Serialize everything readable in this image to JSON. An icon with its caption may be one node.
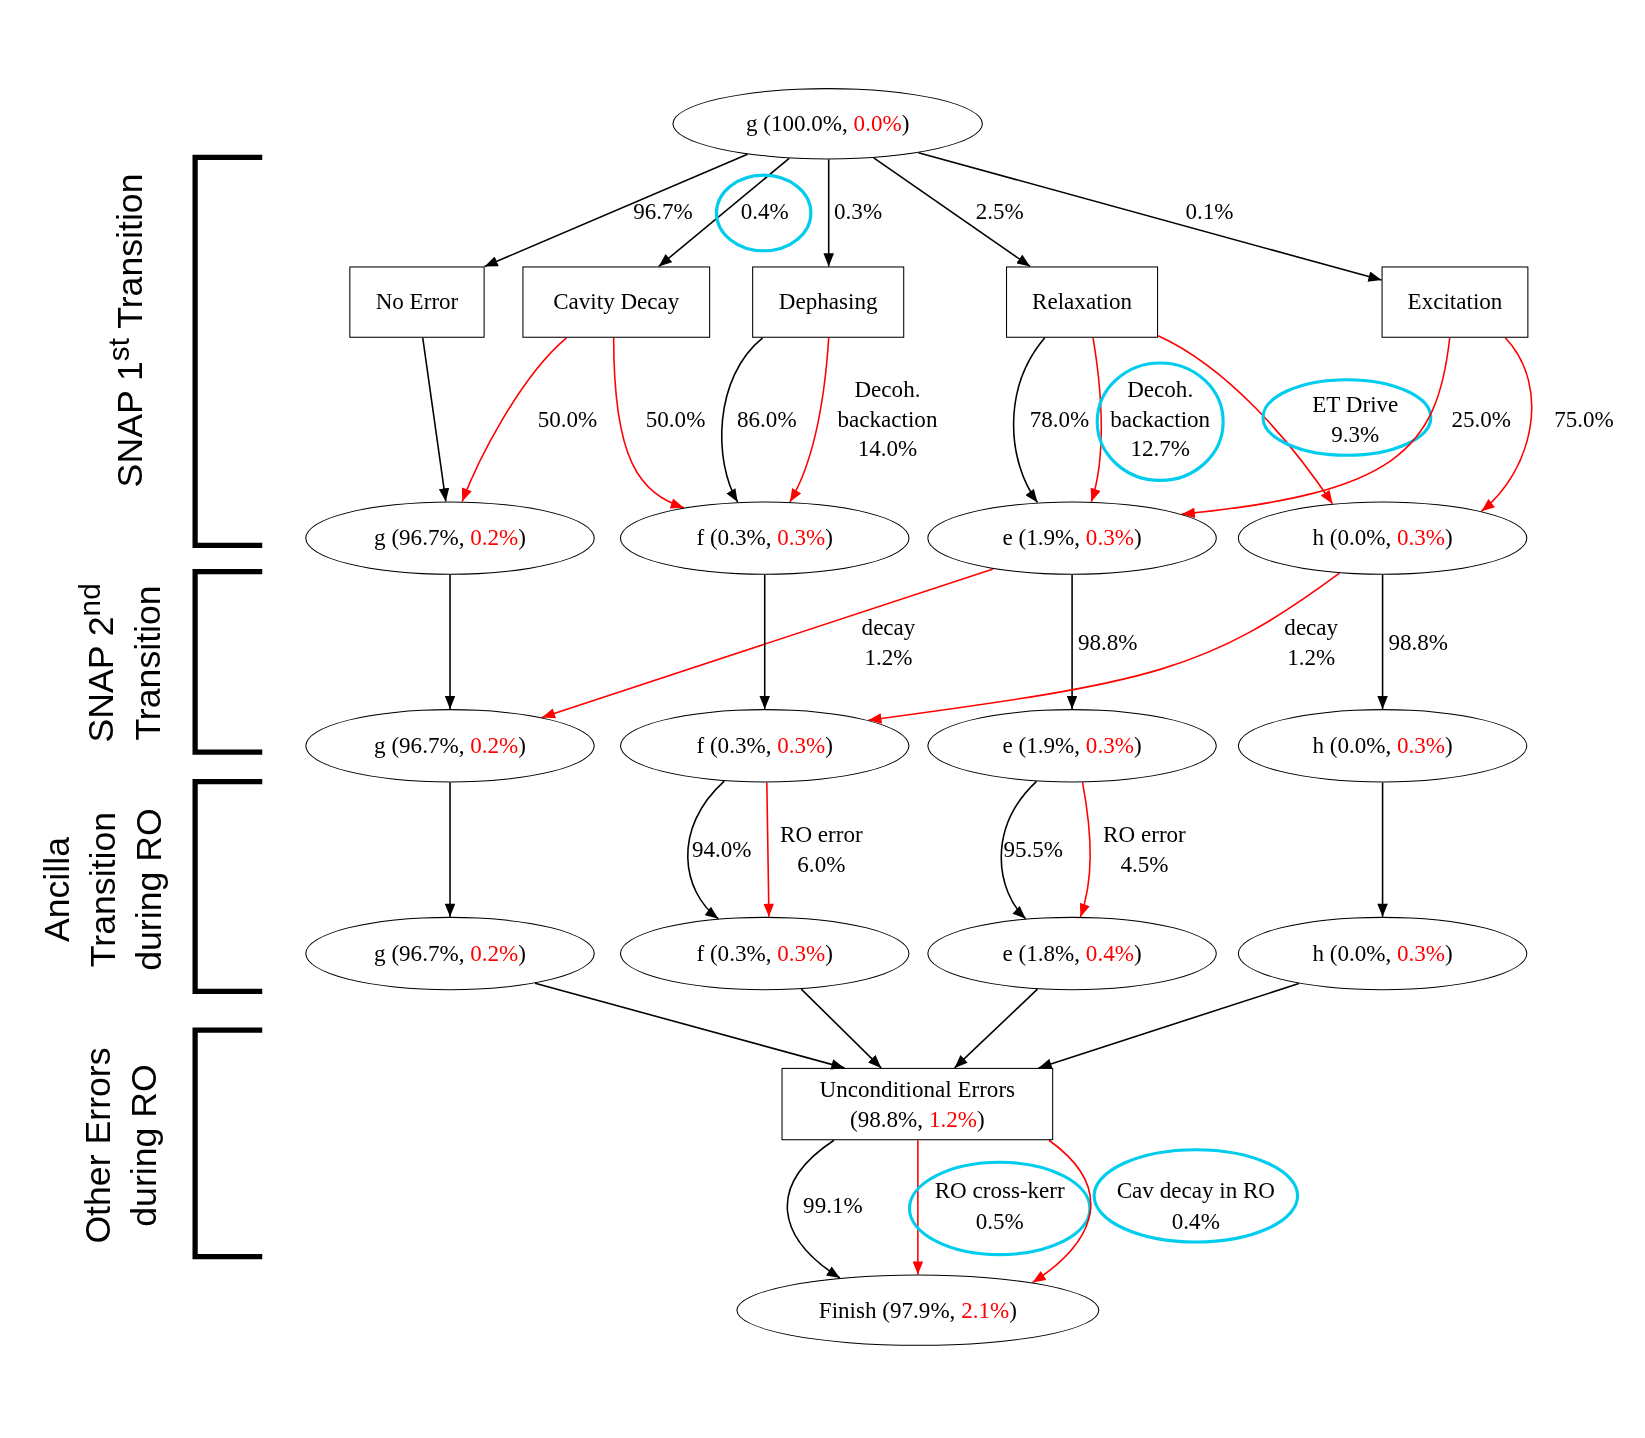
{
  "diagram": {
    "nodes": [
      {
        "text": [
          "g (100.0%, 0.0%)"
        ]
      },
      {
        "text": [
          "No Error"
        ]
      },
      {
        "text": [
          "Cavity Decay"
        ]
      },
      {
        "text": [
          "Dephasing"
        ]
      },
      {
        "text": [
          "Relaxation"
        ]
      },
      {
        "text": [
          "Excitation"
        ]
      },
      {
        "text": [
          "g (96.7%, 0.2%)"
        ]
      },
      {
        "text": [
          "f (0.3%, 0.3%)"
        ]
      },
      {
        "text": [
          "e (1.9%, 0.3%)"
        ]
      },
      {
        "text": [
          "h (0.0%, 0.3%)"
        ]
      },
      {
        "text": [
          "g (96.7%, 0.2%)"
        ]
      },
      {
        "text": [
          "f (0.3%, 0.3%)"
        ]
      },
      {
        "text": [
          "e (1.9%, 0.3%)"
        ]
      },
      {
        "text": [
          "h (0.0%, 0.3%)"
        ]
      },
      {
        "text": [
          "g (96.7%, 0.2%)"
        ]
      },
      {
        "text": [
          "f (0.3%, 0.3%)"
        ]
      },
      {
        "text": [
          "e (1.8%, 0.4%)"
        ]
      },
      {
        "text": [
          "h (0.0%, 0.3%)"
        ]
      },
      {
        "text": [
          "Unconditional Errors (98.8%, 1.2%)"
        ]
      },
      {
        "text": [
          "Finish (97.9%, 2.1%)"
        ]
      }
    ],
    "edges": [
      {
        "from": 0,
        "to": 1,
        "arrow": "to",
        "label": "96.7%"
      },
      {
        "from": 0,
        "to": 2,
        "arrow": "to",
        "label": "0.4%"
      },
      {
        "from": 0,
        "to": 3,
        "arrow": "to",
        "label": "0.3%"
      },
      {
        "from": 0,
        "to": 4,
        "arrow": "to",
        "label": "2.5%"
      },
      {
        "from": 0,
        "to": 5,
        "arrow": "to",
        "label": "0.1%"
      },
      {
        "from": 1,
        "to": 6,
        "arrow": "to"
      },
      {
        "from": 2,
        "to": 6,
        "arrow": "to",
        "label": "50.0%",
        "color": "#ff0000"
      },
      {
        "from": 2,
        "to": 7,
        "arrow": "to",
        "label": "50.0%",
        "color": "#ff0000"
      },
      {
        "from": 3,
        "to": 7,
        "arrow": "to",
        "label": "86.0%"
      },
      {
        "from": 3,
        "to": 7,
        "arrow": "to",
        "label": "Decoh. backaction 14.0%",
        "color": "#ff0000"
      },
      {
        "from": 4,
        "to": 8,
        "arrow": "to",
        "label": "78.0%"
      },
      {
        "from": 4,
        "to": 8,
        "arrow": "to",
        "label": "Decoh. backaction 12.7%",
        "color": "#ff0000"
      },
      {
        "from": 4,
        "to": 9,
        "arrow": "to",
        "label": "ET Drive 9.3%",
        "color": "#ff0000"
      },
      {
        "from": 5,
        "to": 8,
        "arrow": "to",
        "label": "25.0%",
        "color": "#ff0000"
      },
      {
        "from": 5,
        "to": 9,
        "arrow": "to",
        "label": "75.0%",
        "color": "#ff0000"
      },
      {
        "from": 6,
        "to": 10,
        "arrow": "to"
      },
      {
        "from": 8,
        "to": 10,
        "arrow": "to",
        "label": "decay 1.2%",
        "color": "#ff0000"
      },
      {
        "from": 7,
        "to": 11,
        "arrow": "to"
      },
      {
        "from": 8,
        "to": 12,
        "arrow": "to",
        "label": "98.8%"
      },
      {
        "from": 9,
        "to": 11,
        "arrow": "to",
        "label": "decay 1.2%",
        "color": "#ff0000"
      },
      {
        "from": 9,
        "to": 13,
        "arrow": "to",
        "label": "98.8%"
      },
      {
        "from": 10,
        "to": 14,
        "arrow": "to"
      },
      {
        "from": 11,
        "to": 15,
        "arrow": "to",
        "label": "94.0%"
      },
      {
        "from": 11,
        "to": 15,
        "arrow": "to",
        "label": "RO error 6.0%",
        "color": "#ff0000"
      },
      {
        "from": 12,
        "to": 16,
        "arrow": "to",
        "label": "95.5%"
      },
      {
        "from": 12,
        "to": 16,
        "arrow": "to",
        "label": "RO error 4.5%",
        "color": "#ff0000"
      },
      {
        "from": 13,
        "to": 17,
        "arrow": "to"
      },
      {
        "from": 14,
        "to": 18,
        "arrow": "to"
      },
      {
        "from": 15,
        "to": 18,
        "arrow": "to"
      },
      {
        "from": 16,
        "to": 18,
        "arrow": "to"
      },
      {
        "from": 17,
        "to": 18,
        "arrow": "to"
      },
      {
        "from": 18,
        "to": 19,
        "arrow": "to",
        "label": "99.1%"
      },
      {
        "from": 18,
        "to": 19,
        "arrow": "to",
        "label": "RO cross-kerr 0.5%",
        "color": "#ff0000"
      },
      {
        "from": 18,
        "to": 19,
        "arrow": "to",
        "label": "Cav decay in RO 0.4%",
        "color": "#ff0000"
      }
    ],
    "labels": [
      "SNAP 1$^{st}$ Transition",
      "SNAP 2$^{nd}$ Transition",
      "Ancilla Transition during RO",
      "Other Errors during RO"
    ]
  }
}
